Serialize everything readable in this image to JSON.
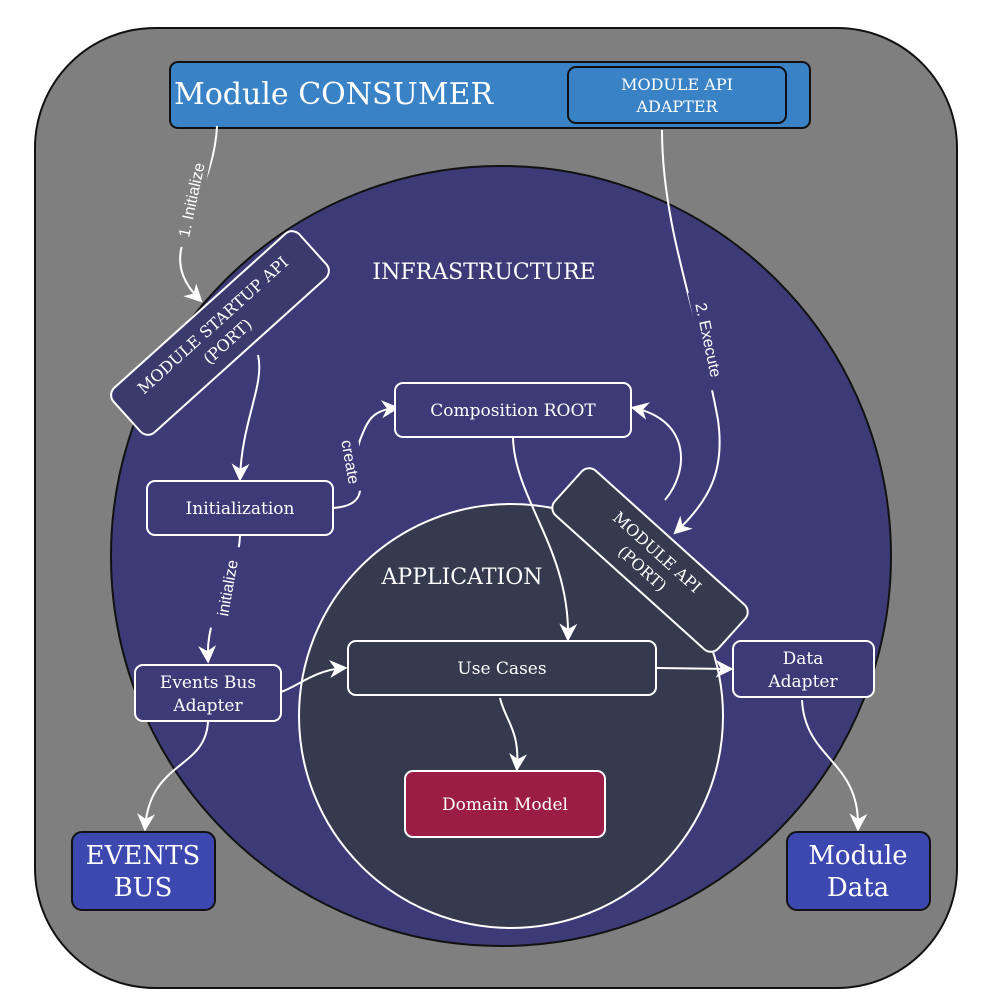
{
  "outer": {
    "title": ""
  },
  "consumer": {
    "label": "Module CONSUMER",
    "api_adapter_line1": "MODULE API",
    "api_adapter_line2": "ADAPTER"
  },
  "infrastructure": {
    "label": "INFRASTRUCTURE"
  },
  "startup_api": {
    "line1": "MODULE STARTUP API",
    "line2": "(PORT)"
  },
  "composition_root": {
    "label": "Composition ROOT"
  },
  "initialization": {
    "label": "Initialization"
  },
  "module_api_port": {
    "line1": "MODULE API",
    "line2": "(PORT)"
  },
  "application": {
    "label": "APPLICATION"
  },
  "use_cases": {
    "label": "Use Cases"
  },
  "events_bus_adapter": {
    "line1": "Events Bus",
    "line2": "Adapter"
  },
  "data_adapter": {
    "line1": "Data",
    "line2": "Adapter"
  },
  "domain_model": {
    "label": "Domain Model"
  },
  "events_bus": {
    "line1": "EVENTS",
    "line2": "BUS"
  },
  "module_data": {
    "line1": "Module",
    "line2": "Data"
  },
  "edges": {
    "initialize_1": "1. Initialize",
    "execute_2": "2. Execute",
    "create": "create",
    "initialize": "initialize"
  },
  "colors": {
    "outer_bg": "#7f7f7f",
    "consumer_blue": "#3a82c6",
    "infrastructure": "#3d3b77",
    "application": "#363a4f",
    "node_dark": "#3b3a6d",
    "domain": "#9b1d45",
    "store_blue": "#3d47b0"
  }
}
